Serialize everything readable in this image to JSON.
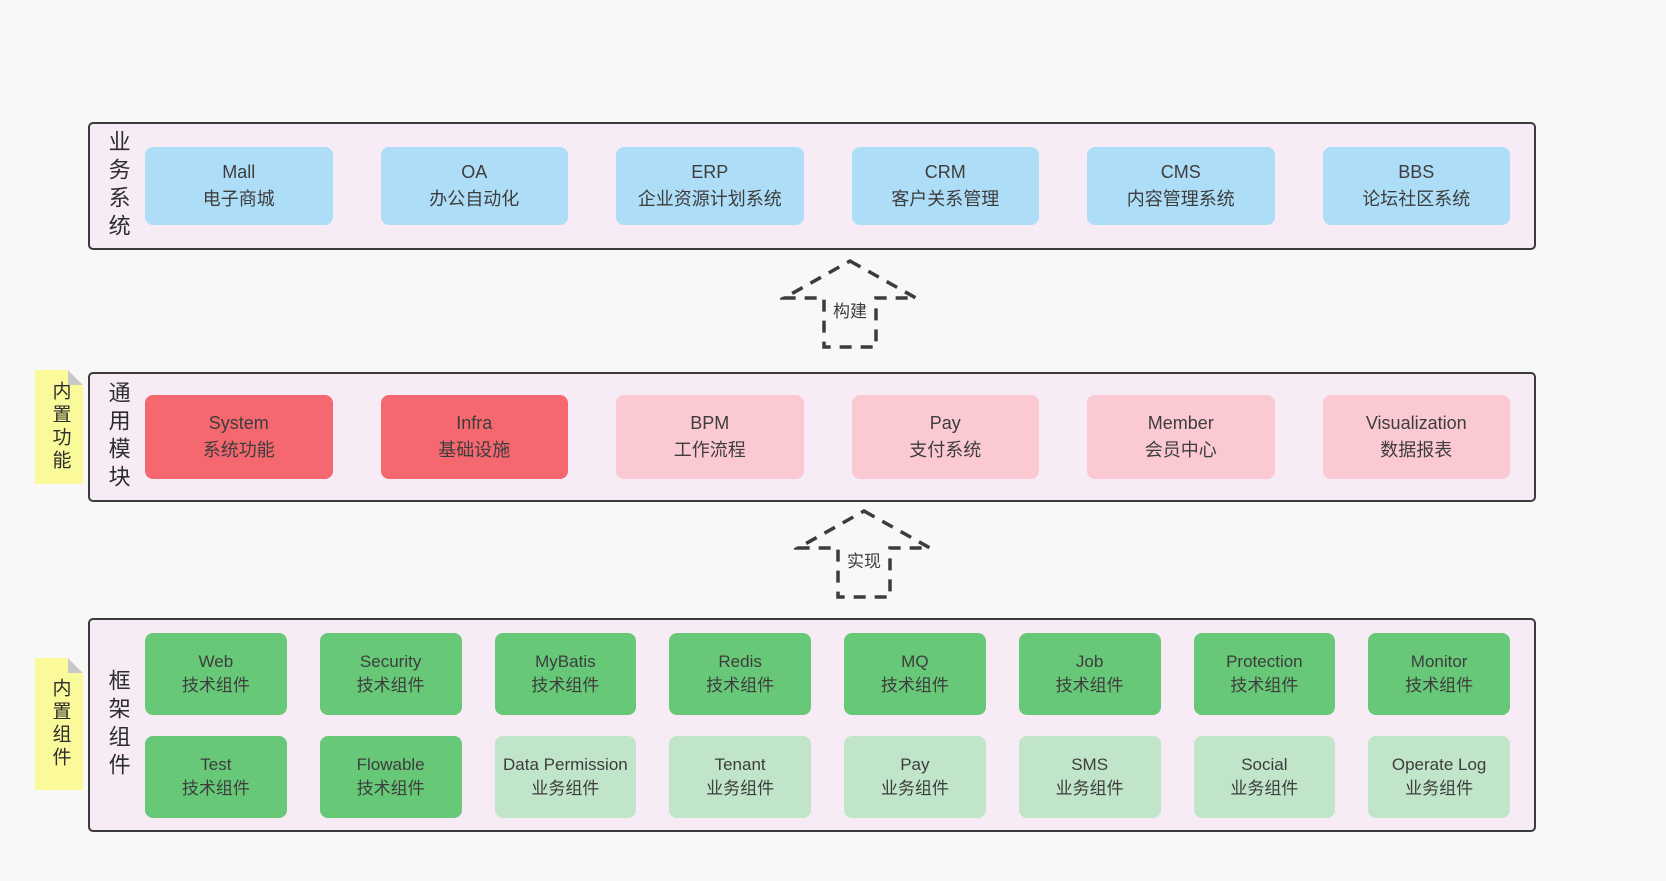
{
  "diagram": {
    "title": "architecture-layers"
  },
  "arrows": [
    {
      "label": "构建"
    },
    {
      "label": "实现"
    }
  ],
  "panels": {
    "business": {
      "label": "业务系统",
      "boxes": [
        {
          "name": "Mall",
          "desc": "电子商城",
          "variant": "blue"
        },
        {
          "name": "OA",
          "desc": "办公自动化",
          "variant": "blue"
        },
        {
          "name": "ERP",
          "desc": "企业资源计划系统",
          "variant": "blue"
        },
        {
          "name": "CRM",
          "desc": "客户关系管理",
          "variant": "blue"
        },
        {
          "name": "CMS",
          "desc": "内容管理系统",
          "variant": "blue"
        },
        {
          "name": "BBS",
          "desc": "论坛社区系统",
          "variant": "blue"
        }
      ]
    },
    "modules": {
      "label": "通用模块",
      "note": "内置功能",
      "boxes": [
        {
          "name": "System",
          "desc": "系统功能",
          "variant": "red"
        },
        {
          "name": "Infra",
          "desc": "基础设施",
          "variant": "red"
        },
        {
          "name": "BPM",
          "desc": "工作流程",
          "variant": "pink"
        },
        {
          "name": "Pay",
          "desc": "支付系统",
          "variant": "pink"
        },
        {
          "name": "Member",
          "desc": "会员中心",
          "variant": "pink"
        },
        {
          "name": "Visualization",
          "desc": "数据报表",
          "variant": "pink"
        }
      ]
    },
    "components": {
      "label": "框架组件",
      "note": "内置组件",
      "rows": [
        [
          {
            "name": "Web",
            "desc": "技术组件",
            "variant": "green"
          },
          {
            "name": "Security",
            "desc": "技术组件",
            "variant": "green"
          },
          {
            "name": "MyBatis",
            "desc": "技术组件",
            "variant": "green"
          },
          {
            "name": "Redis",
            "desc": "技术组件",
            "variant": "green"
          },
          {
            "name": "MQ",
            "desc": "技术组件",
            "variant": "green"
          },
          {
            "name": "Job",
            "desc": "技术组件",
            "variant": "green"
          },
          {
            "name": "Protection",
            "desc": "技术组件",
            "variant": "green"
          },
          {
            "name": "Monitor",
            "desc": "技术组件",
            "variant": "green"
          }
        ],
        [
          {
            "name": "Test",
            "desc": "技术组件",
            "variant": "green"
          },
          {
            "name": "Flowable",
            "desc": "技术组件",
            "variant": "green"
          },
          {
            "name": "Data Permission",
            "desc": "业务组件",
            "variant": "lightgreen"
          },
          {
            "name": "Tenant",
            "desc": "业务组件",
            "variant": "lightgreen"
          },
          {
            "name": "Pay",
            "desc": "业务组件",
            "variant": "lightgreen"
          },
          {
            "name": "SMS",
            "desc": "业务组件",
            "variant": "lightgreen"
          },
          {
            "name": "Social",
            "desc": "业务组件",
            "variant": "lightgreen"
          },
          {
            "name": "Operate Log",
            "desc": "业务组件",
            "variant": "lightgreen"
          }
        ]
      ]
    }
  },
  "colors": {
    "background": "#f8f8f8",
    "panel_bg": "#f7ecf5",
    "panel_border": "#3b3b3b",
    "blue": "#aedef7",
    "red": "#f5686f",
    "pink": "#fbc9d2",
    "green": "#67c878",
    "light_green": "#c0e5c8",
    "note_yellow": "#fafa9b",
    "note_fold_gray": "#c9c9c9",
    "text": "#3d3d3d"
  }
}
